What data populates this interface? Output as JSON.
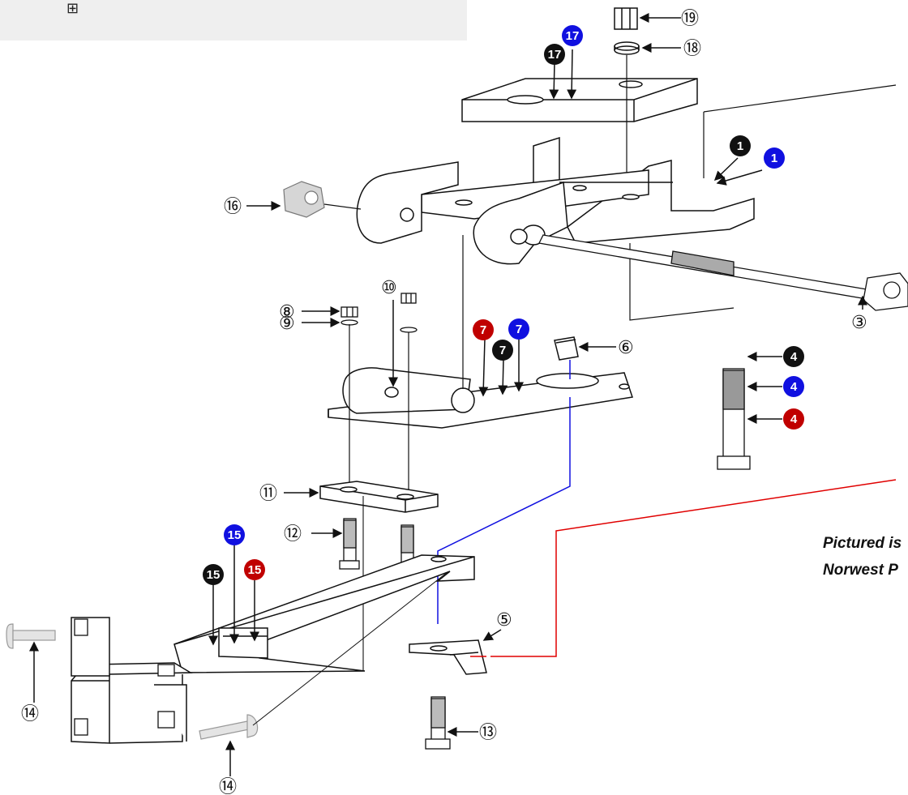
{
  "toolbar": {
    "icon": "grid-icon",
    "icon_glyph": "⊞"
  },
  "callouts": {
    "c3": "③",
    "c5": "⑤",
    "c6": "⑥",
    "c8": "⑧",
    "c9": "⑨",
    "c10": "⑩",
    "c11": "⑪",
    "c12": "⑫",
    "c13": "⑬",
    "c14": "⑭",
    "c16": "⑯",
    "c18": "⑱",
    "c19": "⑲"
  },
  "badges": {
    "b1": "1",
    "b4": "4",
    "b7": "7",
    "b15": "15",
    "b17": "17"
  },
  "badge_colors": {
    "black": "#111111",
    "blue": "#1010e0",
    "red": "#c00000"
  },
  "caption": {
    "line1": "Pictured is",
    "line2": "Norwest P"
  }
}
